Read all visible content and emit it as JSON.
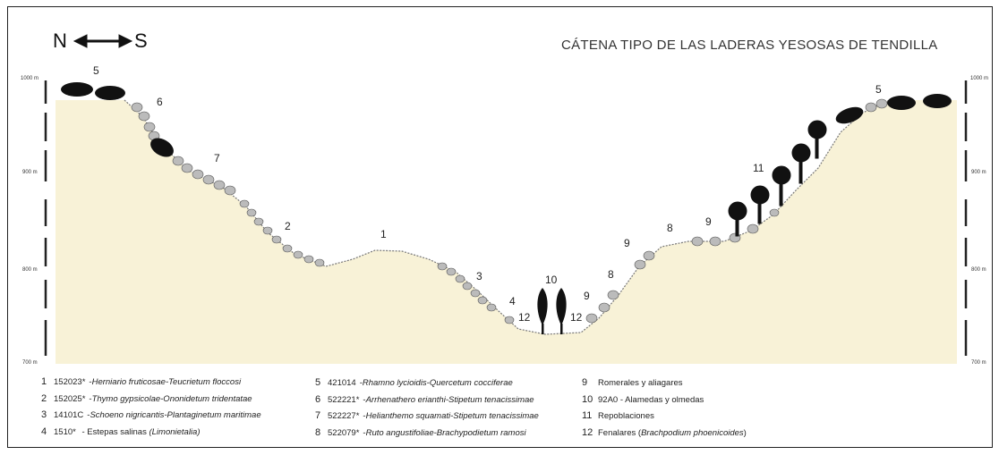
{
  "orientation": {
    "north": "N",
    "south": "S"
  },
  "title": "CÁTENA TIPO DE LAS LADERAS YESOSAS DE TENDILLA",
  "altitude_axis": {
    "left": [
      "1000 m",
      "900 m",
      "800 m",
      "700 m"
    ],
    "right": [
      "1000 m",
      "900 m",
      "800 m",
      "700 m"
    ]
  },
  "zone_labels": {
    "z1": "1",
    "z2": "2",
    "z3": "3",
    "z4": "4",
    "z5_left": "5",
    "z5_right": "5",
    "z6": "6",
    "z7": "7",
    "z8_a": "8",
    "z8_b": "8",
    "z9_a": "9",
    "z9_b": "9",
    "z9_c": "9",
    "z10": "10",
    "z11": "11",
    "z12_a": "12",
    "z12_b": "12"
  },
  "legend": [
    {
      "num": "1",
      "code": "152023*",
      "sep": " - ",
      "name": "Herniario fruticosae-Teucrietum floccosi",
      "suffix": ""
    },
    {
      "num": "2",
      "code": "152025*",
      "sep": " - ",
      "name": "Thymo gypsicolae-Ononidetum tridentatae",
      "suffix": ""
    },
    {
      "num": "3",
      "code": "14101C",
      "sep": " - ",
      "name": "Schoeno nigricantis-Plantaginetum maritimae",
      "suffix": ""
    },
    {
      "num": "4",
      "code": "1510*",
      "sep": " - Estepas salinas ",
      "name": "(Limonietalia)",
      "suffix": ""
    },
    {
      "num": "5",
      "code": "421014",
      "sep": " - ",
      "name": "Rhamno lycioidis-Quercetum cocciferae",
      "suffix": ""
    },
    {
      "num": "6",
      "code": "522221*",
      "sep": " - ",
      "name": "Arrhenathero erianthi-Stipetum tenacissimae",
      "suffix": ""
    },
    {
      "num": "7",
      "code": "522227*",
      "sep": " - ",
      "name": "Helianthemo squamati-Stipetum tenacissimae",
      "suffix": ""
    },
    {
      "num": "8",
      "code": "522079*",
      "sep": " - ",
      "name": "Ruto angustifoliae-Brachypodietum ramosi",
      "suffix": ""
    },
    {
      "num": "9",
      "code": "",
      "sep": "Romerales y aliagares",
      "name": "",
      "suffix": ""
    },
    {
      "num": "10",
      "code": "",
      "sep": "92A0 - Alamedas y olmedas",
      "name": "",
      "suffix": ""
    },
    {
      "num": "11",
      "code": "",
      "sep": "Repoblaciones",
      "name": "",
      "suffix": ""
    },
    {
      "num": "12",
      "code": "",
      "sep": "Fenalares (",
      "name": "Brachpodium phoenicoides",
      "suffix": ")"
    }
  ],
  "colors": {
    "terrain": "#f8f2d7",
    "canopy": "#111111",
    "border": "#222222"
  }
}
